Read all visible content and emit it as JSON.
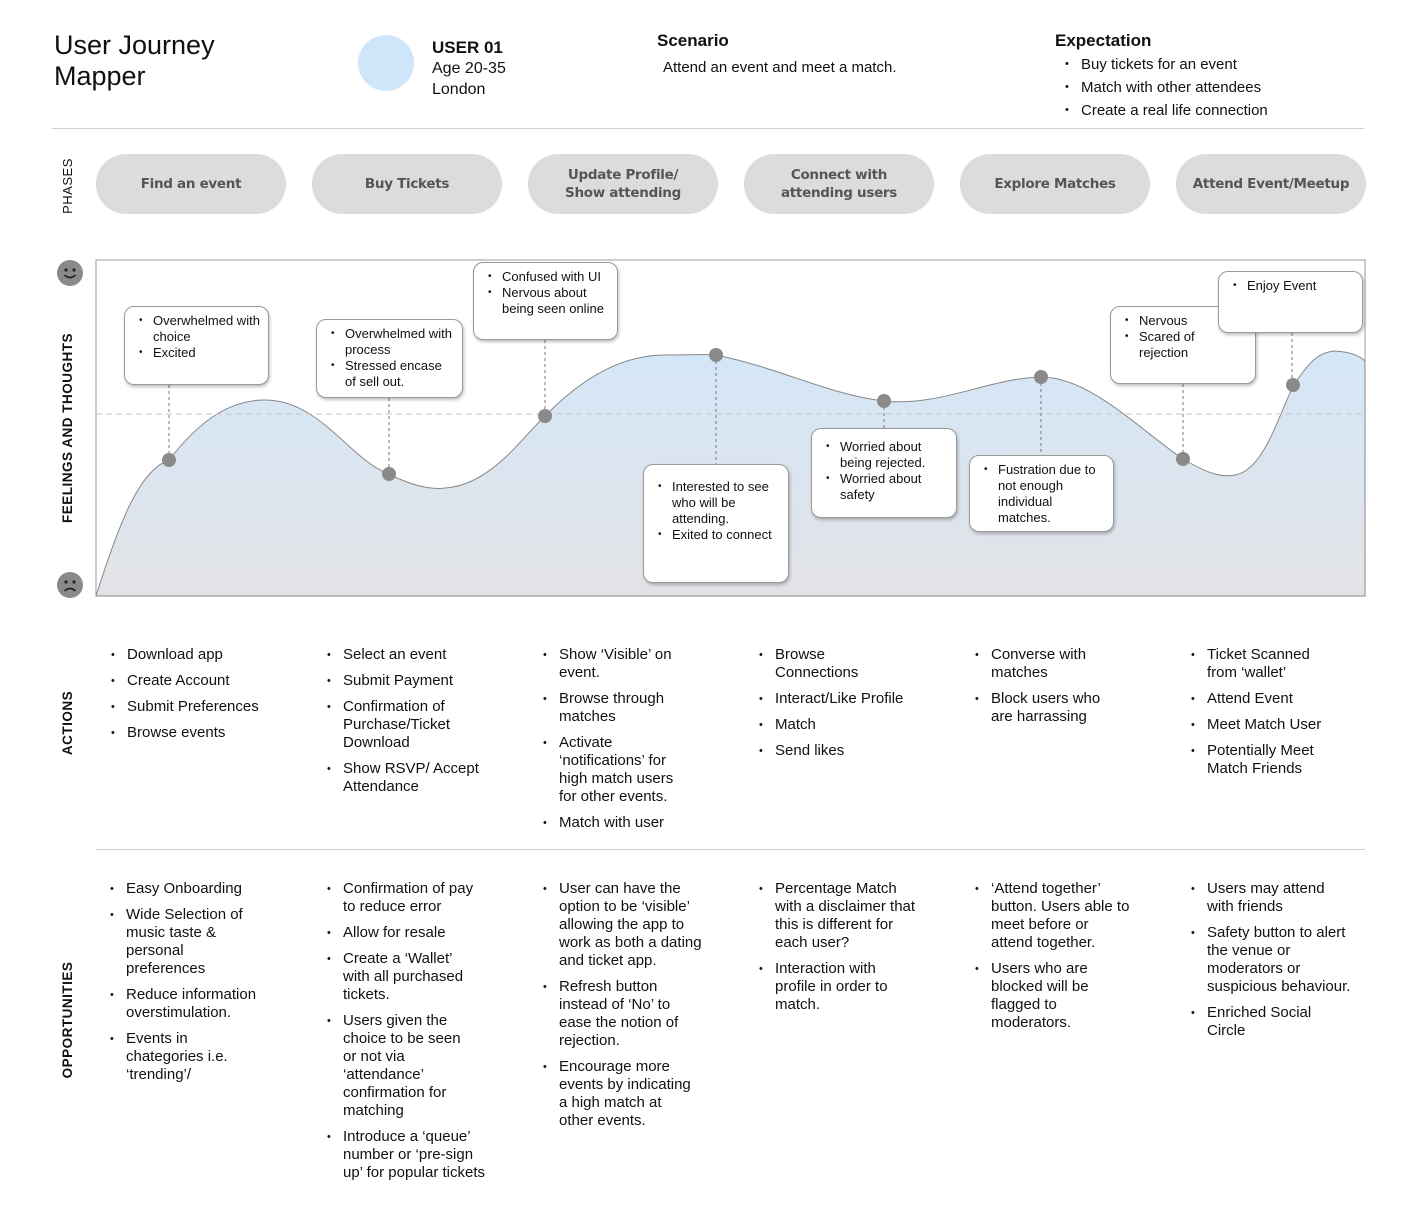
{
  "header": {
    "title_line1": "User Journey",
    "title_line2": "Mapper",
    "user": {
      "id": "USER 01",
      "age": "Age 20-35",
      "location": "London"
    },
    "scenario": {
      "heading": "Scenario",
      "text": "Attend an event and meet a match."
    },
    "expectation": {
      "heading": "Expectation",
      "items": [
        "Buy tickets for an event",
        "Match with other attendees",
        "Create a real life connection"
      ]
    },
    "colors": {
      "avatar": "#cfe6fa",
      "pill": "#dcdcdc",
      "curve_fill_top": "#d4e7f8",
      "curve_fill_bottom": "#e3e3e6"
    }
  },
  "row_labels": {
    "phases": "PHASES",
    "feelings": "FEELINGS AND THOUGHTS",
    "actions": "ACTIONS",
    "opportunities": "OPPORTUNITIES"
  },
  "faces": {
    "top": "happy-face-icon",
    "bottom": "sad-face-icon"
  },
  "phases": [
    "Find an event",
    "Buy Tickets",
    "Update Profile/\nShow attending",
    "Connect with\nattending users",
    "Explore Matches",
    "Attend Event/Meetup"
  ],
  "feelings": [
    {
      "items": [
        "Overwhelmed with choice",
        "Excited"
      ]
    },
    {
      "items": [
        "Overwhelmed with process",
        "Stressed encase of sell out."
      ]
    },
    {
      "items": [
        "Confused with UI",
        "Nervous about being seen online"
      ]
    },
    {
      "items": [
        "Interested to see who will be attending.",
        "Exited to connect"
      ]
    },
    {
      "items": [
        "Worried about being rejected.",
        "Worried about safety"
      ]
    },
    {
      "items": [
        "Fustration due to not enough individual matches."
      ]
    },
    {
      "items": [
        "Nervous",
        "Scared of rejection"
      ]
    },
    {
      "items": [
        "Enjoy Event"
      ]
    }
  ],
  "actions": [
    [
      "Download app",
      "Create Account",
      "Submit Preferences",
      "Browse events"
    ],
    [
      "Select an event",
      "Submit Payment",
      "Confirmation of Purchase/Ticket Download",
      "Show RSVP/ Accept Attendance"
    ],
    [
      "Show ‘Visible’ on event.",
      "Browse through matches",
      "Activate ‘notifications’ for high match users for other events.",
      "Match with user"
    ],
    [
      "Browse Connections",
      "Interact/Like Profile",
      "Match",
      "Send likes"
    ],
    [
      "Converse with matches",
      "Block users who are harrassing"
    ],
    [
      "Ticket Scanned from ‘wallet’",
      "Attend Event",
      "Meet Match User",
      "Potentially Meet Match Friends"
    ]
  ],
  "opportunities": [
    [
      "Easy Onboarding",
      "Wide Selection of music taste & personal preferences",
      "Reduce information overstimulation.",
      "Events in chategories i.e. ‘trending’/"
    ],
    [
      "Confirmation of pay to reduce error",
      "Allow for resale",
      "Create a ‘Wallet’ with all purchased tickets.",
      "Users given the choice to be seen or not via ‘attendance’ confirmation for matching",
      "Introduce a ‘queue’ number or ‘pre-sign up’ for popular tickets"
    ],
    [
      "User can have the option to be ‘visible’ allowing the app to work as both a dating and ticket app.",
      "Refresh button instead of ‘No’ to ease the notion of rejection.",
      "Encourage more events by indicating a high match at other events."
    ],
    [
      "Percentage Match with a disclaimer that this is different for each user?",
      "Interaction with profile in order to match."
    ],
    [
      "‘Attend together’ button. Users able to meet before or attend together.",
      "Users who are blocked will be flagged to moderators."
    ],
    [
      "Users may attend with friends",
      "Safety button to alert the venue or moderators or suspicious behaviour.",
      "Enriched Social Circle"
    ]
  ]
}
